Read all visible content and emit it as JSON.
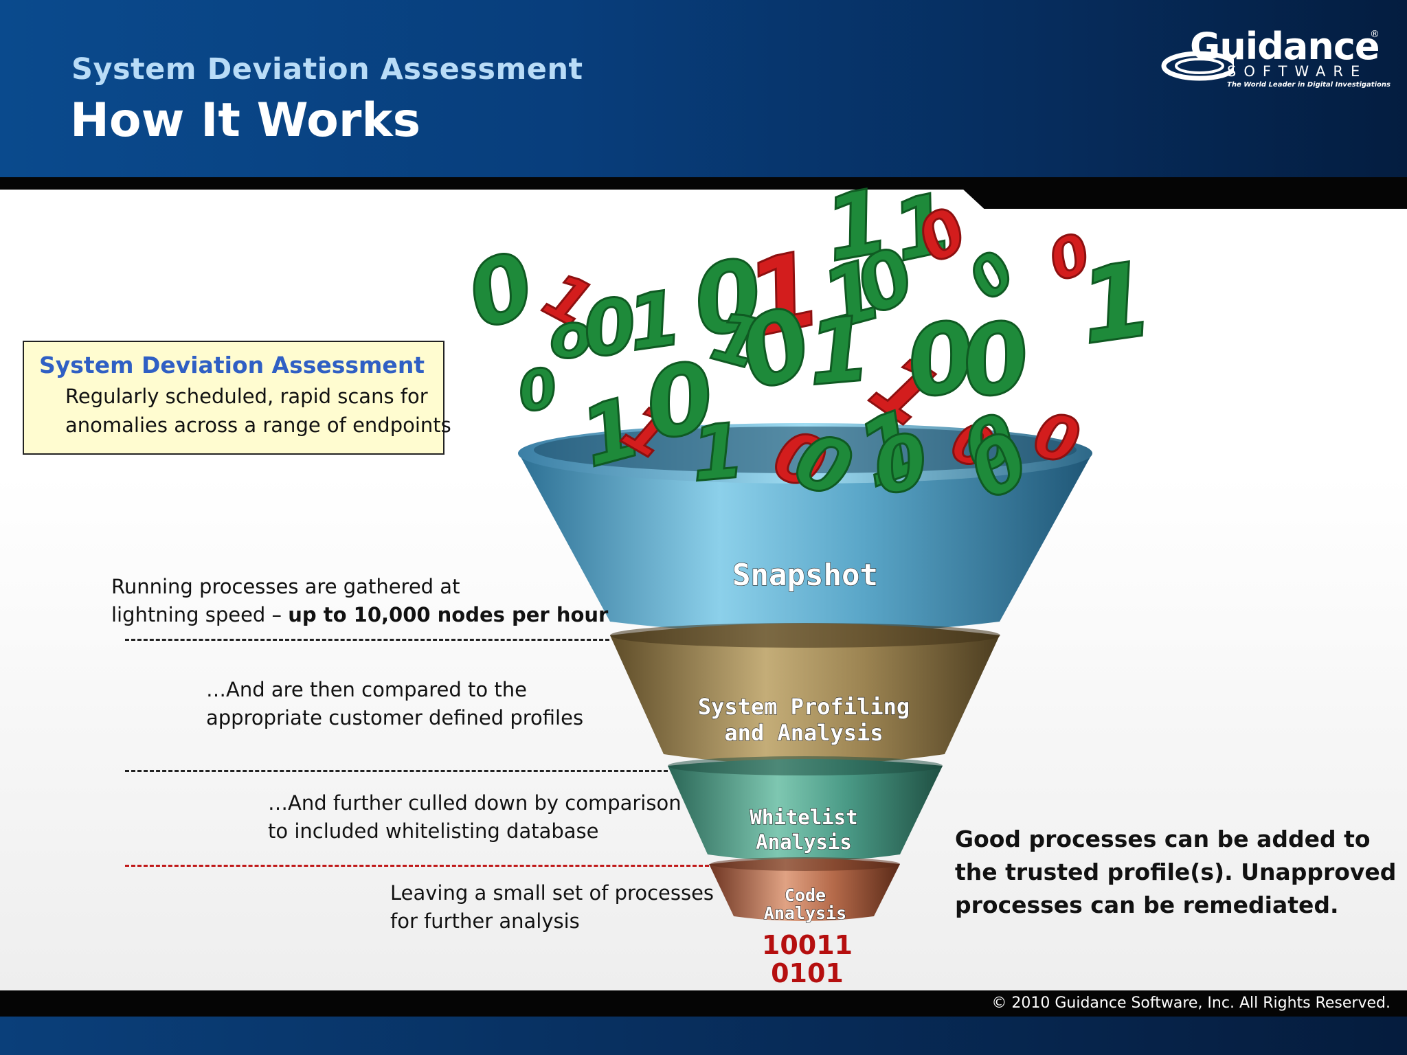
{
  "header": {
    "subtitle": "System Deviation Assessment",
    "title": "How It Works"
  },
  "logo": {
    "name": "Guidance",
    "reg": "®",
    "software": "SOFTWARE",
    "tagline": "The World Leader in Digital Investigations"
  },
  "infobox": {
    "title": "System Deviation Assessment",
    "line1": "Regularly scheduled, rapid scans for",
    "line2": "anomalies across a range of endpoints"
  },
  "stages": [
    {
      "label_line1": "Snapshot",
      "label_line2": "",
      "desc_line1": "Running processes are gathered at",
      "desc_line2_plain": "lightning speed – ",
      "desc_line2_bold": "up to 10,000 nodes per hour"
    },
    {
      "label_line1": "System Profiling",
      "label_line2": "and Analysis",
      "desc_line1": "…And are then compared to the",
      "desc_line2": "appropriate customer defined profiles"
    },
    {
      "label_line1": "Whitelist",
      "label_line2": "Analysis",
      "desc_line1": "…And further culled down by comparison",
      "desc_line2": "to included whitelisting database"
    },
    {
      "label_line1": "Code",
      "label_line2": "Analysis",
      "desc_line1": "Leaving a small set of processes",
      "desc_line2": "for further analysis"
    }
  ],
  "binary_output": {
    "line1": "10011",
    "line2": "0101"
  },
  "note": {
    "line1": "Good processes can be added to",
    "line2": "the trusted profile(s).  Unapproved",
    "line3": "processes can be remediated."
  },
  "footer": {
    "copyright": "© 2010 Guidance Software, Inc.  All Rights Reserved."
  },
  "colors": {
    "header_blue": "#0a4a8d",
    "digit_green": "#1e8a3a",
    "digit_red": "#d31d1d",
    "funnel_blue": "#5aa6c8",
    "funnel_gold": "#a08a55",
    "funnel_teal": "#4a9a86",
    "funnel_copper": "#b56a4a",
    "output_red": "#b50f0f"
  }
}
